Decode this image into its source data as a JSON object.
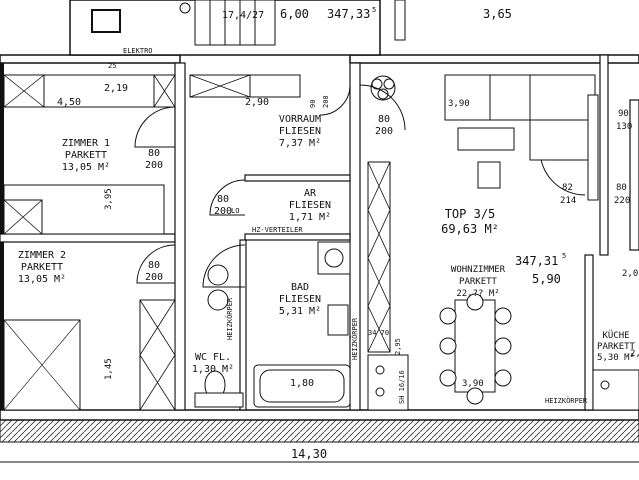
{
  "rooms": {
    "zimmer1": {
      "name": "ZIMMER 1",
      "floor": "PARKETT",
      "area": "13,05 M²"
    },
    "zimmer2": {
      "name": "ZIMMER 2",
      "floor": "PARKETT",
      "area": "13,05 M²"
    },
    "vorraum": {
      "name": "VORRAUM",
      "floor": "FLIESEN",
      "area": "7,37 M²"
    },
    "ar": {
      "name": "AR",
      "floor": "FLIESEN",
      "area": "1,71 M²"
    },
    "bad": {
      "name": "BAD",
      "floor": "FLIESEN",
      "area": "5,31 M²"
    },
    "wc": {
      "name": "WC FL.",
      "area": "1,30 M²"
    },
    "top": {
      "name": "TOP 3/5",
      "area": "69,63 M²"
    },
    "wohnzimmer": {
      "name": "WOHNZIMMER",
      "floor": "PARKETT",
      "area": "22,?? M²"
    },
    "kueche": {
      "name": "KÜCHE",
      "floor": "PARKETT",
      "area": "5,30 M²"
    }
  },
  "labels": {
    "elektro": "ELEKTRO",
    "hz_verteiler": "HZ-VERTEILER",
    "heizkoerper_wc": "HEIZKÖRPER",
    "heizkoerper_bad": "HEIZKÖRPER",
    "heizkoerper_living": "HEIZKÖRPER",
    "lo": "LO"
  },
  "dimensions": {
    "top_1": "17,4/27",
    "top_2": "6,00",
    "top_3": "347,33",
    "top_3_sup": "5",
    "top_4": "3,65",
    "z1_width": "4,50",
    "z1_2_19": "2,19",
    "v_2_90": "2,90",
    "v_25": "25",
    "door_80_200_a": "80",
    "door_80_200_a2": "200",
    "door_80_200_b": "80",
    "door_80_200_b2": "200",
    "door_80_200_c": "80",
    "door_80_200_c2": "200",
    "door_80_200_d": "80",
    "door_80_200_d2": "200",
    "door_90_200": "90",
    "door_90_200_b": "200",
    "z_3_95": "3,95",
    "z_1_45": "1,45",
    "bad_1_80": "1,80",
    "liv_3_90a": "3,90",
    "liv_3_90b": "3,90",
    "liv_82": "82",
    "liv_214": "214",
    "liv_80": "80",
    "liv_220": "220",
    "liv_90": "90",
    "liv_130": "130",
    "level_1": "347,31",
    "level_1_sup": "5",
    "level_2": "5,90",
    "right_2_0": "2,0",
    "right_2_x": "2,",
    "bottom_total": "14,30",
    "v_2_95": "2,95",
    "v_34_70": "34 70",
    "shaft": "SH 16/16"
  }
}
